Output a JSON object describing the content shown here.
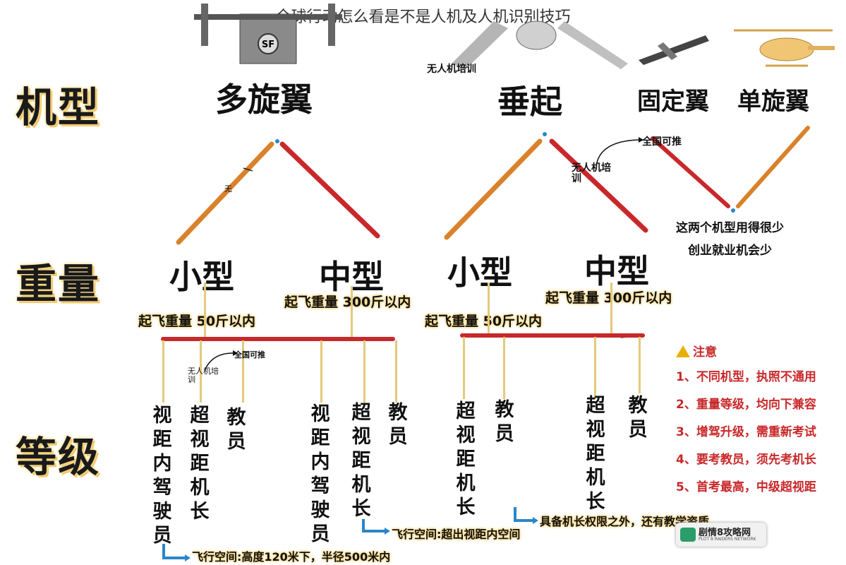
{
  "page_title": "全球行动怎么看是不是人机及人机识别技巧",
  "categories": {
    "model": "机型",
    "weight": "重量",
    "level": "等级"
  },
  "models": {
    "multirotor": "多旋翼",
    "vtol": "垂起",
    "fixed_wing": "固定翼",
    "single_rotor": "单旋翼"
  },
  "top_annotation": "无人机培训",
  "right_annotations": {
    "nationwide": "全国可推",
    "training": "无人机培训",
    "few_jobs_line1": "这两个机型用得很少",
    "few_jobs_line2": "创业就业机会少"
  },
  "arrow_mark": "无",
  "weights": {
    "left_small": "小型",
    "left_medium": "中型",
    "right_small": "小型",
    "right_medium": "中型"
  },
  "specs": {
    "small_left": "起飞重量  50斤以内",
    "medium_left": "起飞重量  300斤以内",
    "small_right": "起飞重量  50斤以内",
    "medium_right": "起飞重量  300斤以内"
  },
  "mid_annotations": {
    "nationwide": "全国可推",
    "training": "无人机培训"
  },
  "levels": {
    "g1": "视距内驾驶员",
    "g2": "超视距机长",
    "g3": "教员",
    "g4": "视距内驾驶员",
    "g5": "超视距机长",
    "g6": "教员",
    "g7": "超视距机长",
    "g8": "教员",
    "g9": "超视距机长",
    "g10": "教员"
  },
  "flight_space": {
    "a": "飞行空间:高度120米下，半径500米内",
    "b": "飞行空间:超出视距内空间",
    "c": "具备机长权限之外，还有教学资质"
  },
  "notice": {
    "title": "注意",
    "items": [
      "1、不同机型，执照不通用",
      "2、重量等级，均向下兼容",
      "3、增驾升级，需重新考试",
      "4、要考教员，须先考机长",
      "5、首考最高，中级超视距"
    ]
  },
  "logo": {
    "name": "剧情8攻略网",
    "sub": "PLOT 8 RAIDERS NETWORK"
  },
  "drone_badge": "SF",
  "colors": {
    "red": "#c8282a",
    "orange": "#d9822b",
    "gold": "#f5cf6b",
    "blue": "#2a86c8"
  }
}
